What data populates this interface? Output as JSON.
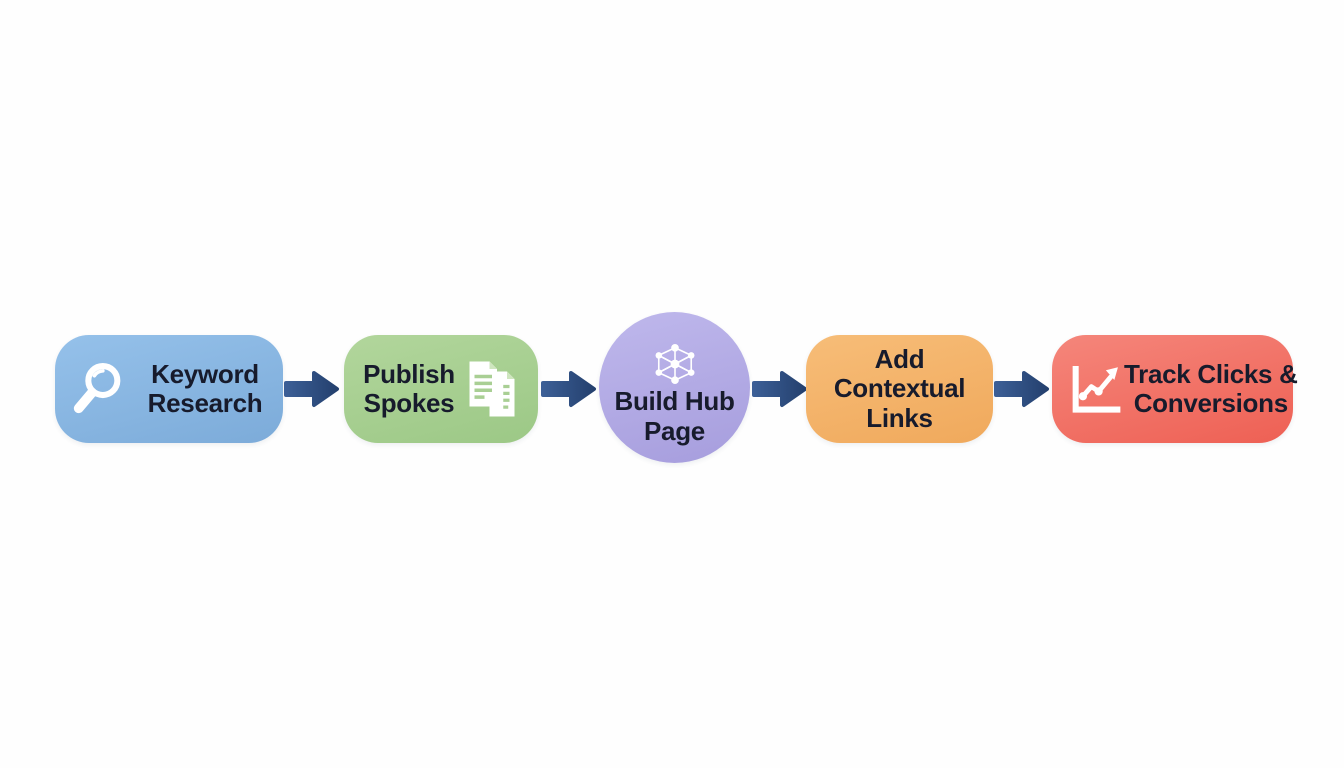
{
  "diagram": {
    "background_color": "#ffffff",
    "text_color": "#171b2c",
    "connector_color": "#2d4d7f",
    "steps": [
      {
        "label": "Keyword Research",
        "lines": [
          "Keyword",
          "Research"
        ],
        "shape": "rounded-rectangle",
        "fill_color": "#88b5e1",
        "icon": "search-icon",
        "icon_position": "left"
      },
      {
        "label": "Publish Spokes",
        "lines": [
          "Publish",
          "Spokes"
        ],
        "shape": "rounded-rectangle",
        "fill_color": "#a7cf91",
        "icon": "documents-icon",
        "icon_position": "right"
      },
      {
        "label": "Build Hub Page",
        "lines": [
          "Build Hub",
          "Page"
        ],
        "shape": "circle",
        "fill_color": "#b2aae4",
        "icon": "network-icon",
        "icon_position": "top"
      },
      {
        "label": "Add Contextual Links",
        "lines": [
          "Add",
          "Contextual",
          "Links"
        ],
        "shape": "rounded-rectangle",
        "fill_color": "#f4b369",
        "icon": null,
        "icon_position": null
      },
      {
        "label": "Track Clicks & Conversions",
        "lines": [
          "Track Clicks &",
          "Conversions"
        ],
        "shape": "rounded-rectangle",
        "fill_color": "#f1756a",
        "icon": "chart-up-icon",
        "icon_position": "left"
      }
    ],
    "connector_count": 4,
    "connector_type": "arrow-right"
  }
}
